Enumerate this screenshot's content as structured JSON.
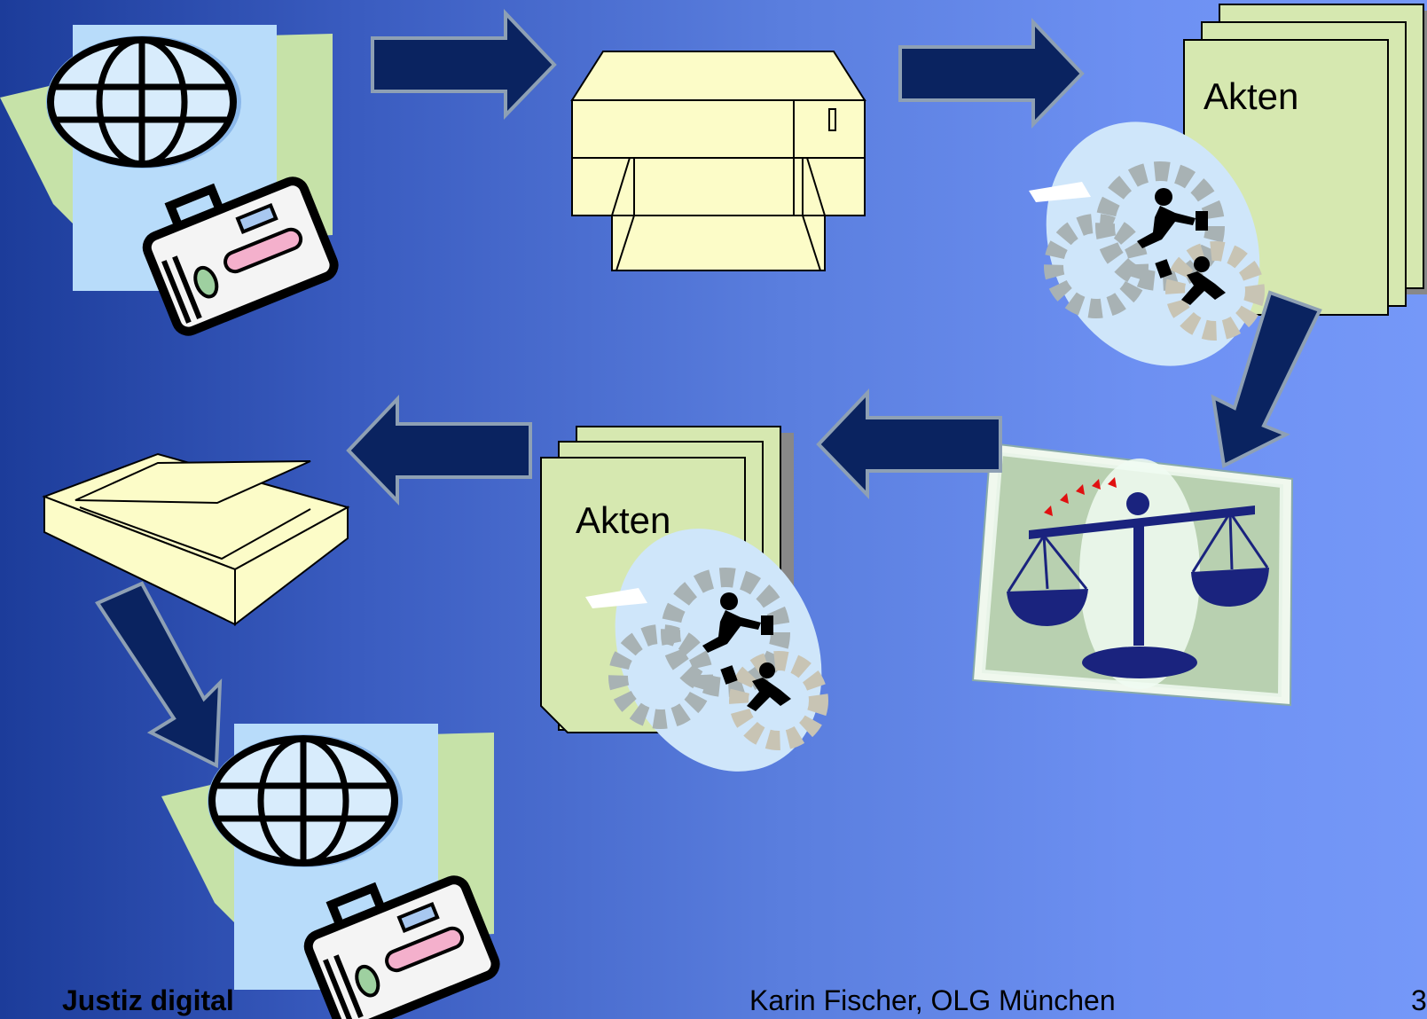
{
  "diagram": {
    "nodes": [
      {
        "id": "email-source",
        "icon": "globe-briefcase-icon"
      },
      {
        "id": "printer",
        "icon": "printer-icon"
      },
      {
        "id": "files-top",
        "icon": "files-stack-icon",
        "label": "Akten"
      },
      {
        "id": "justice",
        "icon": "scales-of-justice-icon"
      },
      {
        "id": "files-middle",
        "icon": "files-stack-icon",
        "label": "Akten"
      },
      {
        "id": "scanner",
        "icon": "scanner-icon"
      },
      {
        "id": "email-target",
        "icon": "globe-briefcase-icon"
      }
    ],
    "edges": [
      {
        "from": "email-source",
        "to": "printer"
      },
      {
        "from": "printer",
        "to": "files-top"
      },
      {
        "from": "files-top",
        "to": "justice"
      },
      {
        "from": "justice",
        "to": "files-middle"
      },
      {
        "from": "files-middle",
        "to": "scanner"
      },
      {
        "from": "scanner",
        "to": "email-target"
      }
    ],
    "colors": {
      "arrow_fill": "#0a2360",
      "arrow_stroke": "#8ea0b4",
      "device_fill": "#fcfcc8",
      "paper_fill": "#d6e8b0",
      "sky_blue": "#b8dcfa"
    }
  },
  "footer": {
    "left": "Justiz digital",
    "center": "Karin Fischer, OLG München",
    "right": "3"
  }
}
